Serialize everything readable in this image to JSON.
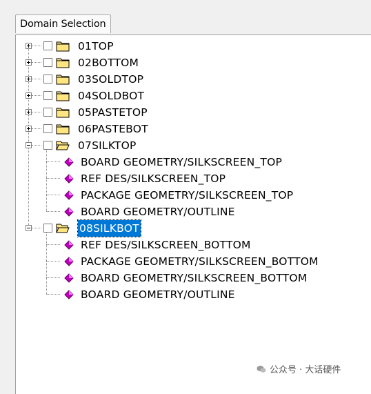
{
  "tab": {
    "label": "Domain Selection"
  },
  "tree": {
    "folders": [
      {
        "label": "01TOP",
        "expanded": false,
        "selected": false
      },
      {
        "label": "02BOTTOM",
        "expanded": false,
        "selected": false
      },
      {
        "label": "03SOLDTOP",
        "expanded": false,
        "selected": false
      },
      {
        "label": "04SOLDBOT",
        "expanded": false,
        "selected": false
      },
      {
        "label": "05PASTETOP",
        "expanded": false,
        "selected": false
      },
      {
        "label": "06PASTEBOT",
        "expanded": false,
        "selected": false
      },
      {
        "label": "07SILKTOP",
        "expanded": true,
        "selected": false,
        "children": [
          "BOARD GEOMETRY/SILKSCREEN_TOP",
          "REF DES/SILKSCREEN_TOP",
          "PACKAGE GEOMETRY/SILKSCREEN_TOP",
          "BOARD GEOMETRY/OUTLINE"
        ]
      },
      {
        "label": "08SILKBOT",
        "expanded": true,
        "selected": true,
        "children": [
          "REF DES/SILKSCREEN_BOTTOM",
          "PACKAGE GEOMETRY/SILKSCREEN_BOTTOM",
          "BOARD GEOMETRY/SILKSCREEN_BOTTOM",
          "BOARD GEOMETRY/OUTLINE"
        ]
      }
    ]
  },
  "colors": {
    "selection": "#0078d7",
    "folder": "#ffe680",
    "layer_icon": "#c000c0"
  },
  "watermark": {
    "text": "公众号 · 大话硬件"
  }
}
